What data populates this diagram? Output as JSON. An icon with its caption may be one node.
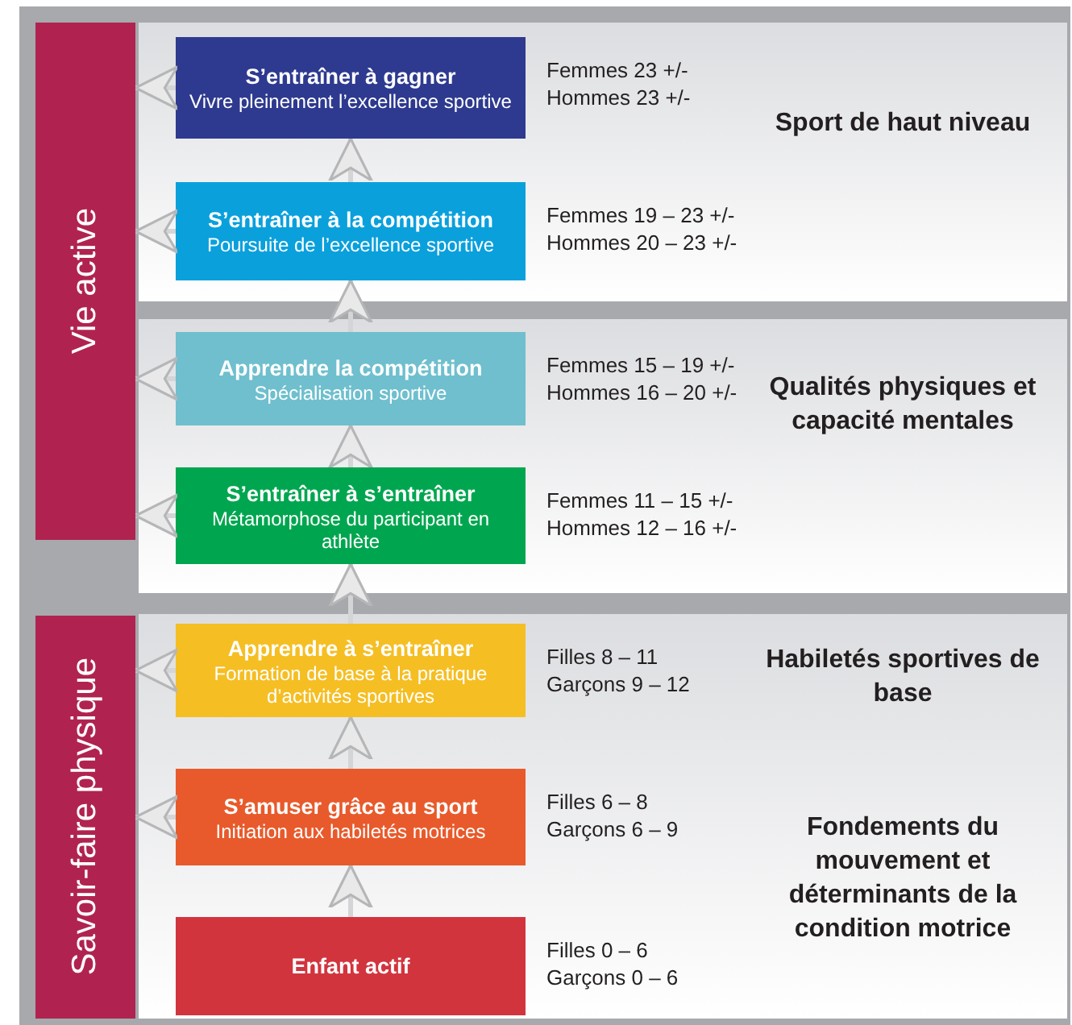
{
  "diagram": {
    "nodes": [
      {
        "text": [
          "Vie active"
        ]
      },
      {
        "text": [
          "Sport de haut niveau"
        ]
      },
      {
        "text": [
          "S’entraîner à gagner",
          "Vivre pleinement l’excellence sportive"
        ],
        "in": 1,
        "beside": [
          "Femmes  23 +/-",
          "Hommes 23 +/-"
        ]
      },
      {
        "text": [
          "S’entraîner à la compétition",
          "Poursuite de l’excellence sportive"
        ],
        "in": 1,
        "beside": [
          "Femmes 19 – 23 +/-",
          "Hommes 20 – 23 +/-"
        ]
      },
      {
        "text": [
          "Qualités physiques et capacité mentales"
        ]
      },
      {
        "text": [
          "Apprendre la compétition",
          "Spécialisation sportive"
        ],
        "in": 4,
        "beside": [
          "Femmes 15 – 19 +/-",
          "Hommes 16 – 20 +/-"
        ]
      },
      {
        "text": [
          "S’entraîner à s’entraîner",
          "Métamorphose du participant en athlète"
        ],
        "in": 4,
        "beside": [
          "Femmes 11 – 15 +/-",
          "Hommes 12 – 16 +/-"
        ]
      },
      {
        "text": [
          "Savoir-faire physique"
        ]
      },
      {
        "text": [
          "Habiletés sportives de base",
          "Fondements du mouvement et déterminants de la condition motrice"
        ]
      },
      {
        "text": [
          "Apprendre à s’entraîner",
          "Formation de base à la pratique d’activités sportives"
        ],
        "in": 8,
        "beside": [
          "Filles 8 – 11",
          "Garçons 9 – 12"
        ]
      },
      {
        "text": [
          "S’amuser grâce au sport",
          "Initiation aux habiletés motrices"
        ],
        "in": 8,
        "beside": [
          "Filles 6 – 8",
          "Garçons 6 – 9"
        ]
      },
      {
        "text": [
          "Enfant actif"
        ],
        "in": 8,
        "beside": [
          "Filles 0 – 6",
          "Garçons 0 – 6"
        ]
      }
    ],
    "edges": [
      {
        "from": 11,
        "to": 10,
        "arrow": "to"
      },
      {
        "from": 10,
        "to": 9,
        "arrow": "to"
      },
      {
        "from": 9,
        "to": 6,
        "arrow": "to"
      },
      {
        "from": 6,
        "to": 5,
        "arrow": "to"
      },
      {
        "from": 5,
        "to": 3,
        "arrow": "to"
      },
      {
        "from": 3,
        "to": 2,
        "arrow": "to"
      },
      {
        "from": 2,
        "to": 0,
        "arrow": "to"
      },
      {
        "from": 3,
        "to": 0,
        "arrow": "to"
      },
      {
        "from": 5,
        "to": 0,
        "arrow": "to"
      },
      {
        "from": 6,
        "to": 0,
        "arrow": "to"
      },
      {
        "from": 9,
        "to": 7,
        "arrow": "to"
      },
      {
        "from": 10,
        "to": 7,
        "arrow": "to"
      }
    ]
  }
}
